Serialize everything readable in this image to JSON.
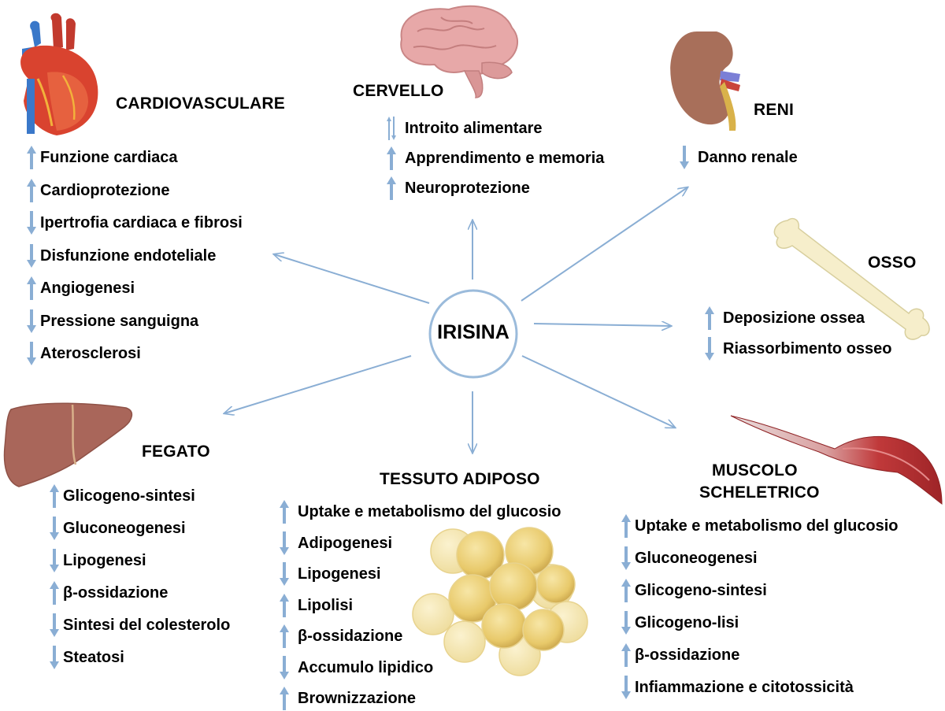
{
  "center": "IRISINA",
  "colors": {
    "arrow": "#8aaed4",
    "circle": "#9bbbdb"
  },
  "organs": {
    "cardio": {
      "title": "CARDIOVASCULARE",
      "items": [
        {
          "dir": "up",
          "text": "Funzione cardiaca"
        },
        {
          "dir": "up",
          "text": "Cardioprotezione"
        },
        {
          "dir": "down",
          "text": "Ipertrofia cardiaca e fibrosi"
        },
        {
          "dir": "down",
          "text": "Disfunzione endoteliale"
        },
        {
          "dir": "up",
          "text": "Angiogenesi"
        },
        {
          "dir": "down",
          "text": "Pressione sanguigna"
        },
        {
          "dir": "down",
          "text": "Aterosclerosi"
        }
      ]
    },
    "brain": {
      "title": "CERVELLO",
      "items": [
        {
          "dir": "both",
          "text": "Introito alimentare"
        },
        {
          "dir": "up",
          "text": "Apprendimento e memoria"
        },
        {
          "dir": "up",
          "text": "Neuroprotezione"
        }
      ]
    },
    "kidney": {
      "title": "RENI",
      "items": [
        {
          "dir": "down",
          "text": "Danno renale"
        }
      ]
    },
    "bone": {
      "title": "OSSO",
      "items": [
        {
          "dir": "up",
          "text": "Deposizione ossea"
        },
        {
          "dir": "down",
          "text": "Riassorbimento osseo"
        }
      ]
    },
    "liver": {
      "title": "FEGATO",
      "items": [
        {
          "dir": "up",
          "text": "Glicogeno-sintesi"
        },
        {
          "dir": "down",
          "text": "Gluconeogenesi"
        },
        {
          "dir": "down",
          "text": "Lipogenesi"
        },
        {
          "dir": "up",
          "text": "β-ossidazione"
        },
        {
          "dir": "down",
          "text": "Sintesi del colesterolo"
        },
        {
          "dir": "down",
          "text": "Steatosi"
        }
      ]
    },
    "adipose": {
      "title": "TESSUTO ADIPOSO",
      "items": [
        {
          "dir": "up",
          "text": "Uptake e metabolismo del glucosio"
        },
        {
          "dir": "down",
          "text": "Adipogenesi"
        },
        {
          "dir": "down",
          "text": "Lipogenesi"
        },
        {
          "dir": "up",
          "text": "Lipolisi"
        },
        {
          "dir": "up",
          "text": "β-ossidazione"
        },
        {
          "dir": "down",
          "text": "Accumulo lipidico"
        },
        {
          "dir": "up",
          "text": "Brownizzazione"
        }
      ]
    },
    "muscle": {
      "title_line1": "MUSCOLO",
      "title_line2": "SCHELETRICO",
      "items": [
        {
          "dir": "up",
          "text": "Uptake e metabolismo del glucosio"
        },
        {
          "dir": "down",
          "text": "Gluconeogenesi"
        },
        {
          "dir": "up",
          "text": "Glicogeno-sintesi"
        },
        {
          "dir": "down",
          "text": "Glicogeno-lisi"
        },
        {
          "dir": "up",
          "text": "β-ossidazione"
        },
        {
          "dir": "down",
          "text": "Infiammazione e citotossicità"
        }
      ]
    }
  }
}
